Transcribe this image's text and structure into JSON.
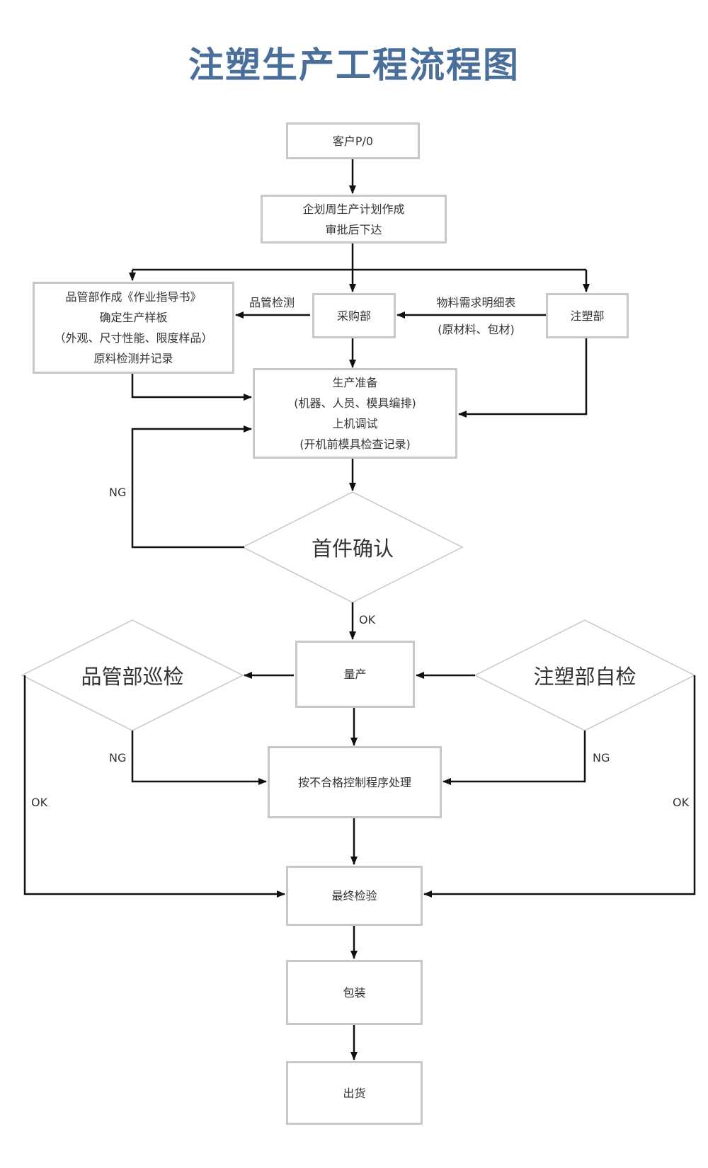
{
  "title": "注塑生产工程流程图",
  "nodes": {
    "customer_po": [
      "客户P/0"
    ],
    "plan": [
      "企划周生产计划作成",
      "审批后下达"
    ],
    "quality_dept": [
      "品管部作成《作业指导书》",
      "确定生产样板",
      "（外观、尺寸性能、限度样品）",
      "原料检测并记录"
    ],
    "purchasing": [
      "采购部"
    ],
    "molding_dept": [
      "注塑部"
    ],
    "production_prep": [
      "生产准备",
      "(机器、人员、模具编排)",
      "上机调试",
      "(开机前模具检查记录)"
    ],
    "first_piece": "首件确认",
    "mass_production": [
      "量产"
    ],
    "quality_patrol": "品管部巡检",
    "molding_self_check": "注塑部自检",
    "nonconforming": [
      "按不合格控制程序处理"
    ],
    "final_inspection": [
      "最终检验"
    ],
    "packaging": [
      "包装"
    ],
    "shipping": [
      "出货"
    ]
  },
  "edge_labels": {
    "quality_test": "品管检测",
    "material_list_line1": "物料需求明细表",
    "material_list_line2": "(原材料、包材)",
    "ng_first": "NG",
    "ok_first": "OK",
    "ng_patrol": "NG",
    "ng_self": "NG",
    "ok_left": "OK",
    "ok_right": "OK"
  },
  "colors": {
    "title": "#4a6f9b",
    "border": "#c8c8c8",
    "line": "#111111",
    "text": "#333333"
  }
}
